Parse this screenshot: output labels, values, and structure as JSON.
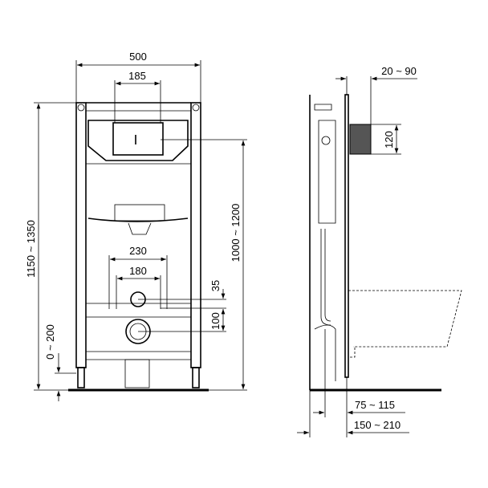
{
  "front_view": {
    "width_label": "500",
    "flush_plate_width_label": "185",
    "total_height_label": "1150 ~ 1350",
    "flush_height_label": "1000 ~ 1200",
    "bolt_outer_label": "230",
    "bolt_inner_label": "180",
    "inlet_offset_label": "35",
    "outlet_offset_label": "100",
    "foot_adjust_label": "0 ~ 200"
  },
  "side_view": {
    "wall_depth_label": "20 ~ 90",
    "pipe_height_label": "120",
    "outlet_depth_label": "75 ~ 115",
    "total_depth_label": "150 ~ 210"
  }
}
